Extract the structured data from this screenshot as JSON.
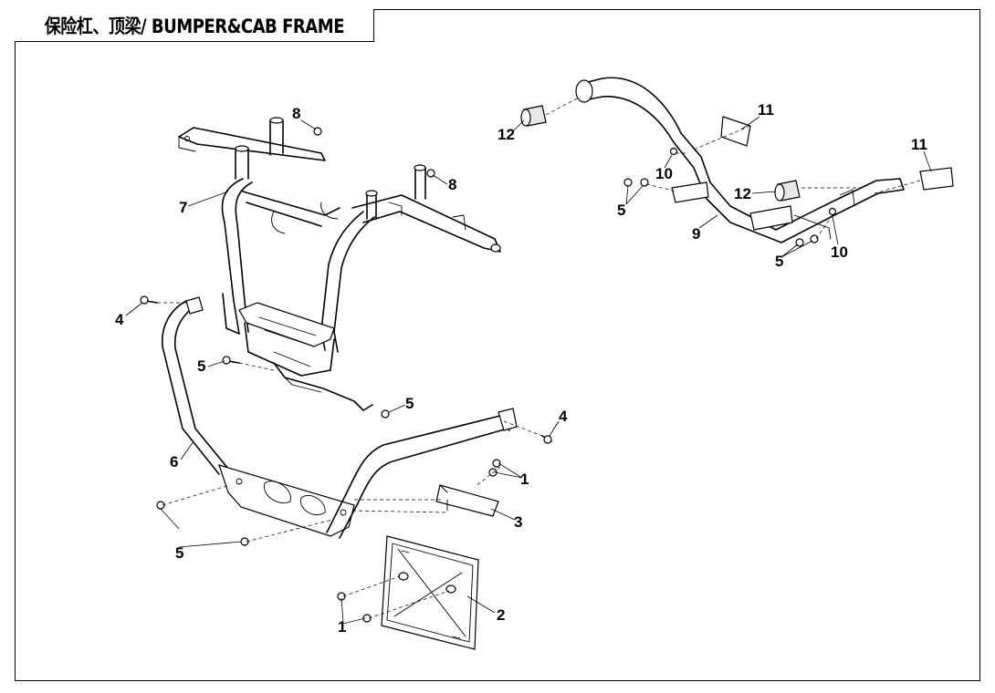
{
  "title": "保险杠、顶梁/ BUMPER&CAB FRAME",
  "callouts": [
    "1",
    "2",
    "3",
    "4",
    "5",
    "6",
    "7",
    "8",
    "9",
    "10",
    "11",
    "12"
  ]
}
